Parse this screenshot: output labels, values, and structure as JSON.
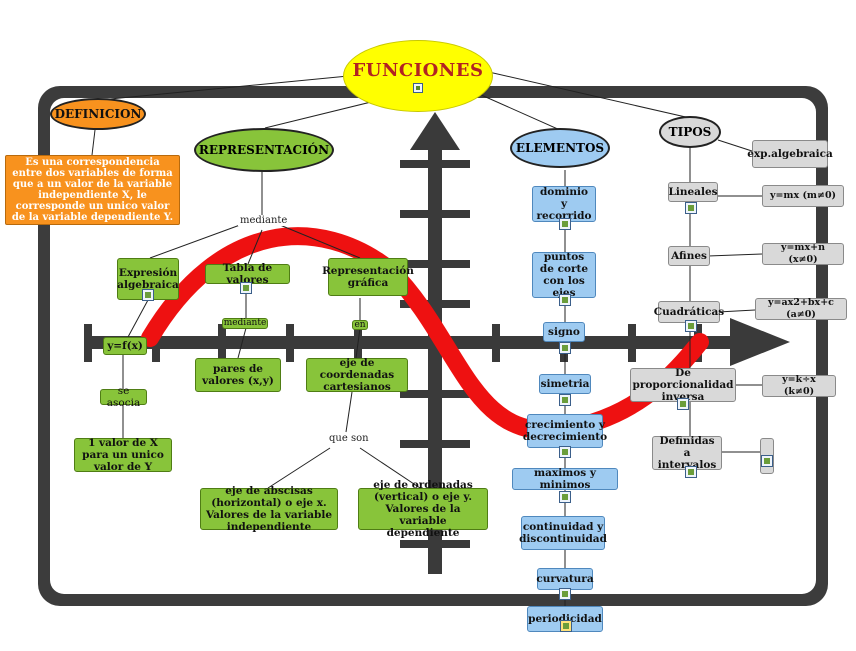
{
  "title": "FUNCIONES",
  "definicion": {
    "label": "DEFINICION",
    "text": "Es una correspondencia entre dos variables de forma que a un valor de la variable independiente X, le corresponde un unico valor de la variable dependiente Y."
  },
  "representacion": {
    "label": "REPRESENTACIÓN",
    "mediante": "mediante",
    "expresion": "Expresión algebraica",
    "tabla": "Tabla de valores",
    "grafica": "Representación gráfica",
    "yfx": "y=f(x)",
    "se_asocia": "se asocia",
    "valor_unico": "1 valor de X para un unico valor de Y",
    "mediante2": "mediante",
    "pares": "pares de valores (x,y)",
    "en": "en",
    "eje_coord": "eje de coordenadas cartesianos",
    "que_son": "que son",
    "eje_abscisas": "eje de abscisas (horizontal) o eje x. Valores de la variable independiente",
    "eje_ordenadas": "eje de ordenadas (vertical) o eje y. Valores de la variable dependiente"
  },
  "elementos": {
    "label": "ELEMENTOS",
    "items": [
      "dominio y recorrido",
      "puntos de corte con los ejes",
      "signo",
      "simetria",
      "crecimiento y decrecimiento",
      "maximos y minimos",
      "continuidad y discontinuidad",
      "curvatura",
      "periodicidad"
    ]
  },
  "tipos": {
    "label": "TIPOS",
    "exp": "exp.algebraica",
    "items": [
      {
        "name": "Lineales",
        "formula": "y=mx (m≠0)"
      },
      {
        "name": "Afines",
        "formula": "y=mx+n (x≠0)"
      },
      {
        "name": "Cuadráticas",
        "formula": "y=ax2+bx+c (a≠0)"
      },
      {
        "name": "De proporcionalidad inversa",
        "formula": "y=k÷x (k≠0)"
      },
      {
        "name": "Definidas a intervalos",
        "formula": ""
      }
    ]
  },
  "colors": {
    "green": "#88c43a",
    "blue": "#9ecbf1",
    "gray": "#d9d9d9",
    "orange": "#f8921e",
    "yellow": "#ffff00",
    "curve": "#ee1111",
    "axis": "#3a3a3a"
  }
}
